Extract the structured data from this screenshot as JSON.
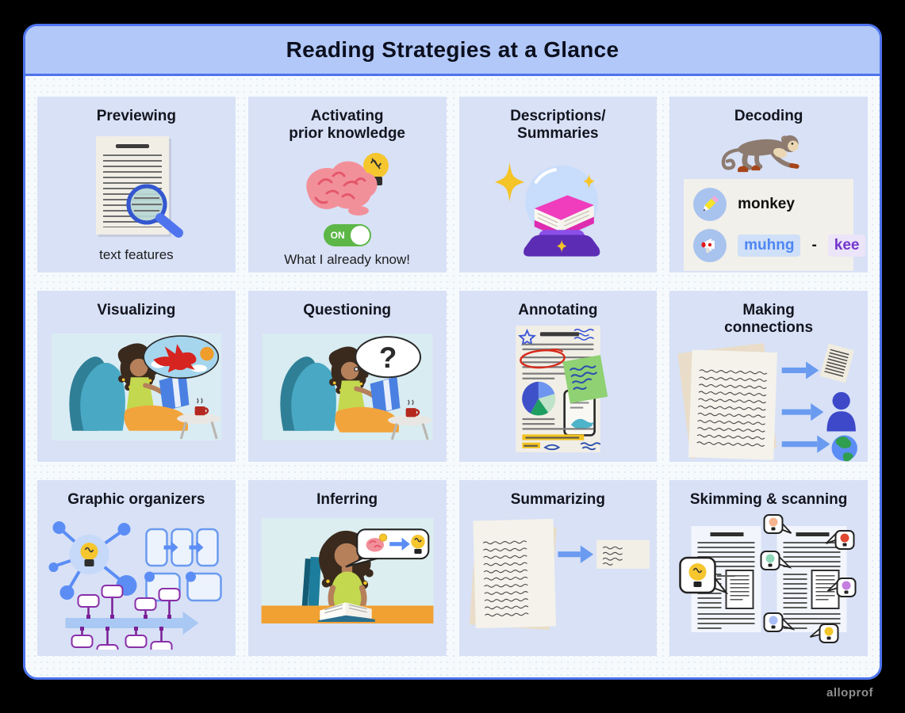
{
  "poster": {
    "title": "Reading Strategies at a Glance"
  },
  "watermark": "alloprof",
  "theme": {
    "panel_border": "#4d73ee",
    "header_bg": "#b1c8f8",
    "body_bg": "#f7fafc",
    "card_bg": "#d8e1f6",
    "title_color": "#13151f",
    "accent_blue": "#5b8df5",
    "toggle_green": "#5cb747",
    "syllable_blue": "#4f86f2",
    "syllable_purple": "#7436cc"
  },
  "cards": {
    "previewing": {
      "title": "Previewing",
      "caption": "text features"
    },
    "activating": {
      "title": "Activating\nprior knowledge",
      "toggle": "ON",
      "caption": "What I already know!"
    },
    "descriptions": {
      "title": "Descriptions/\nSummaries"
    },
    "decoding": {
      "title": "Decoding",
      "word": "monkey",
      "syllable1": "muhng",
      "separator": "-",
      "syllable2": "kee"
    },
    "visualizing": {
      "title": "Visualizing"
    },
    "questioning": {
      "title": "Questioning",
      "bubble": "?"
    },
    "annotating": {
      "title": "Annotating"
    },
    "connections": {
      "title": "Making\nconnections"
    },
    "organizers": {
      "title": "Graphic organizers"
    },
    "inferring": {
      "title": "Inferring"
    },
    "summarizing": {
      "title": "Summarizing"
    },
    "skimming": {
      "title": "Skimming & scanning"
    }
  }
}
